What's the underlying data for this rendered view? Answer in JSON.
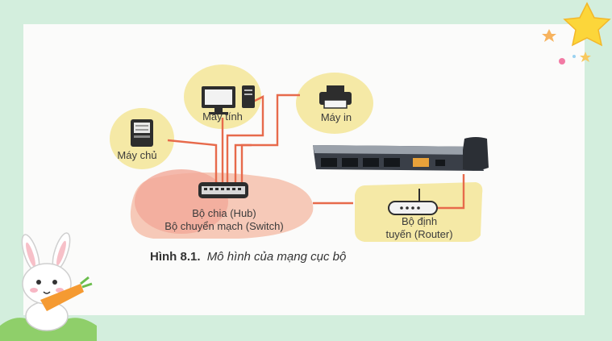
{
  "labels": {
    "computer": "Máy tính",
    "printer": "Máy in",
    "server": "Máy chủ",
    "hub_line1": "Bộ chia (Hub)",
    "hub_line2": "Bộ chuyển mạch (Switch)",
    "router_line1": "Bộ định",
    "router_line2": "tuyến (Router)"
  },
  "caption": {
    "number": "Hình 8.1.",
    "text": "Mô hình của mạng cục bộ"
  },
  "icons": [
    "computer-icon",
    "printer-icon",
    "server-icon",
    "switch-icon",
    "router-icon",
    "switch-photo",
    "star-icon",
    "bunny-mascot"
  ],
  "colors": {
    "background": "#d3eedd",
    "card": "#fbfbfa",
    "highlight": "#f5e9a6",
    "pink_zone": "#f4b8ad",
    "cable": "#e76a4b",
    "star": "#fcd63a"
  }
}
